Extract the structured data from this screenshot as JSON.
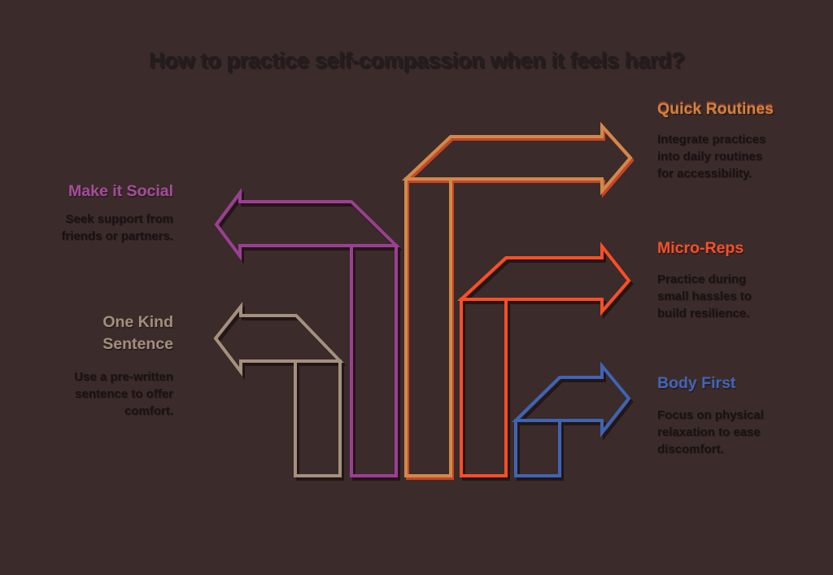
{
  "title": "How to practice self-compassion when it feels hard?",
  "palette": {
    "background": "#3b2b2a",
    "title_text": "#241d1e",
    "body_text": "#1a1213"
  },
  "sections": {
    "quick_routines": {
      "heading": "Quick Routines",
      "heading_color": "#d0823f",
      "arrow_color": "#d0894a",
      "arrow_shadow_color": "#c64529",
      "arrow_direction": "right",
      "body_lines": [
        "Integrate practices",
        "into daily routines",
        "for accessibility."
      ]
    },
    "make_it_social": {
      "heading": "Make it Social",
      "heading_color": "#a44c9c",
      "arrow_color": "#9b3f94",
      "arrow_shadow_color": "#231617",
      "arrow_direction": "left",
      "body_lines": [
        "Seek support from",
        "friends or partners."
      ]
    },
    "micro_reps": {
      "heading": "Micro-Reps",
      "heading_color": "#f94e27",
      "arrow_color": "#fa4e25",
      "arrow_shadow_color": "#231617",
      "arrow_direction": "right",
      "body_lines": [
        "Practice during",
        "small hassles to",
        "build resilience."
      ]
    },
    "one_kind_sentence": {
      "heading": "One Kind Sentence",
      "heading_lines": [
        "One Kind",
        "Sentence"
      ],
      "heading_color": "#a28e7b",
      "arrow_color": "#a5907e",
      "arrow_shadow_color": "#231617",
      "arrow_direction": "left",
      "body_lines": [
        "Use a pre-written",
        "sentence to offer",
        "comfort."
      ]
    },
    "body_first": {
      "heading": "Body First",
      "heading_color": "#4166b8",
      "arrow_color": "#3f64b5",
      "arrow_shadow_color": "#231617",
      "arrow_direction": "right",
      "body_lines": [
        "Focus on physical",
        "relaxation to ease",
        "discomfort."
      ]
    }
  }
}
